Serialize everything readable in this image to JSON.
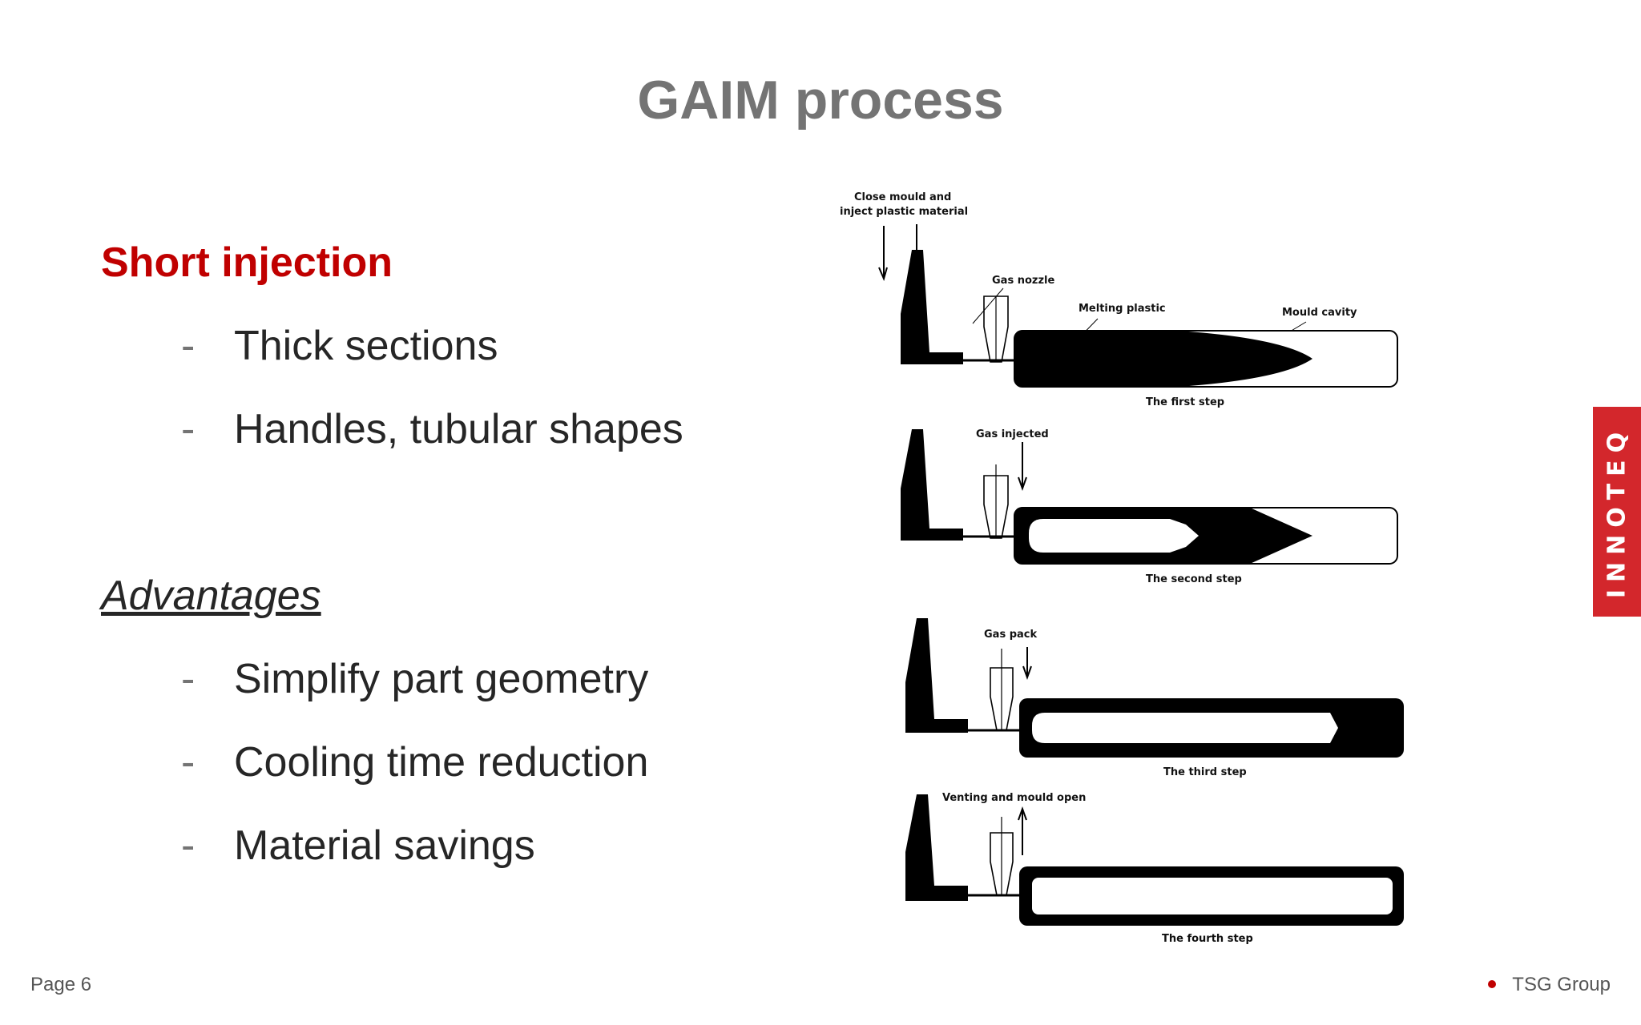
{
  "slide": {
    "title": "GAIM process",
    "heading": "Short injection",
    "group1": [
      "Thick sections",
      "Handles, tubular shapes"
    ],
    "section_label": "Advantages",
    "group2": [
      "Simplify part geometry",
      "Cooling time reduction",
      "Material savings"
    ],
    "bullet_marker": "-"
  },
  "diagram": {
    "labels": {
      "close_mould_1": "Close mould and",
      "close_mould_2": "inject plastic material",
      "gas_nozzle": "Gas nozzle",
      "melting_plastic": "Melting plastic",
      "mould_cavity": "Mould cavity",
      "step1": "The first step",
      "gas_injected": "Gas injected",
      "step2": "The second step",
      "gas_pack": "Gas pack",
      "step3": "The third step",
      "venting": "Venting and mould open",
      "step4": "The fourth step"
    }
  },
  "brand": {
    "tab_text": "INNOTEQ"
  },
  "footer": {
    "page": "Page 6",
    "company": "TSG Group"
  },
  "colors": {
    "accent": "#c00000",
    "title_gray": "#747474",
    "brand_red": "#d3272c"
  }
}
